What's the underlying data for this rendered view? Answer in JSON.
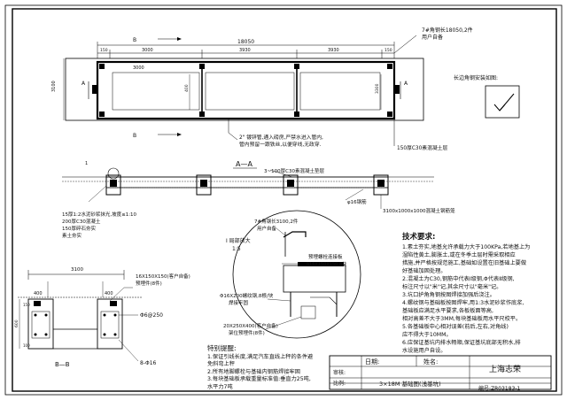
{
  "top_view": {
    "title_b1": "B",
    "title_b2": "B",
    "section_a1": "A",
    "section_a2": "A",
    "dim_total": "18050",
    "dim_left_end": "150",
    "dim_right_end": "150",
    "dim_seg1": "3000",
    "dim_seg2": "3930",
    "dim_seg3": "3930",
    "dim_seg4": "3000",
    "dim_height1": "3100",
    "dim_height2": "400",
    "dim_side_label": "3300",
    "angle_steel_label": "7#角钢长18050,2件",
    "angle_steel_sub": "用户自备",
    "grounding_label": "长边角钢安装如图:",
    "pipe_note_line1": "2\" 镀锌管,通入磅房,严禁水进入管内,",
    "pipe_note_line2": "管内预留一跟铁丝,以便穿线,无政穿.",
    "concrete_note": "150厚C30素混凝土层"
  },
  "section_aa": {
    "title": "A—A",
    "layer_top": "3~100厚C30素混凝土垫层",
    "layer_left1": "15厚1:2水泥砂浆抹光,坡度≤1:10",
    "layer_left2": "200厚C30混凝土",
    "layer_left3": "150厚碎石夯实",
    "layer_left4": "素土夯实",
    "rebar_label": "φ16钢筋",
    "mesh_label": "3100x1000x1000混凝土钢筋笼",
    "dim_left_small": "1"
  },
  "detail_i": {
    "label_angle": "7#角钢长3100,2件",
    "label_angle_sub": "用户自备",
    "label_i": "I 局部放大",
    "label_scale": "1:5",
    "label_bolt": "预埋螺栓连接板",
    "label_plate": "δ16X150X150,8块",
    "label_rebar": "Φ16X200螺纹钢,8根/块",
    "label_rebar_sub": "焊接牢固",
    "label_plate2": "20X250X400(客户自备)",
    "label_plate2_sub": "架位预埋件(8件)"
  },
  "section_bb": {
    "title": "B—B",
    "dim_width": "3100",
    "dim_left": "400",
    "dim_right": "400",
    "label_plate": "16X150X150(客户自备)",
    "label_plate_sub": "预埋件(8件)",
    "label_rebar_a": "Φ6@250",
    "label_rebar_b": "8-Φ16",
    "dim_height": "600",
    "dim_top": "150",
    "dim_bottom": "100"
  },
  "tech_requirements": {
    "heading": "技术要求:",
    "lines": [
      "1.素土夯实,地基允许承载力大于100KPa,若地基上为",
      "湿陷性黄土,膨胀土,或在冬季土层时需采取相应",
      "措施,并严格按规范施工,基础如设置在旧基础上要做",
      "好基础加固处理。",
      "2.混凝土为C30,钢筋中代表Ⅰ级钢,Φ代表Ⅱ级钢,",
      "标注尺寸以\"米\"记,其余尺寸以\"毫米\"记。",
      "3.坑口护角角钢按图焊接加强后浇注。",
      "4.螺纹钢与基础板按图焊牢,用1:3水泥砂浆作底浆,",
      "基础板应满足水平要求,各板板面等高,",
      "相对高差不大于3MM,每块基础板用水平尺校平。",
      "5.各基础板中心相对误差(前后,左右,对角线)",
      "应不得大于10MM。",
      "6.应保证基坑内排水畅顺,保证基坑底部无积水,排",
      "水设施用户自设。"
    ]
  },
  "special_notes": {
    "heading": "特别提醒:",
    "lines": [
      "1.保证引线长度,满足汽车直线上秤的条件避",
      "  免斜弯上秤",
      "2.所有地脚螺栓与基础内钢筋焊接牢固",
      "3.每块基础板承载重量标准值:垂直力25吨,",
      "  水平力7吨"
    ]
  },
  "title_block": {
    "date_label": "日期:",
    "name_label": "姓名:",
    "company": "上海志荣",
    "description": "3×18M 基础图(浅基坑)",
    "check_label": "审核:",
    "scale_label": "比例:",
    "drawing_no": "编号:ZR03183-1"
  }
}
